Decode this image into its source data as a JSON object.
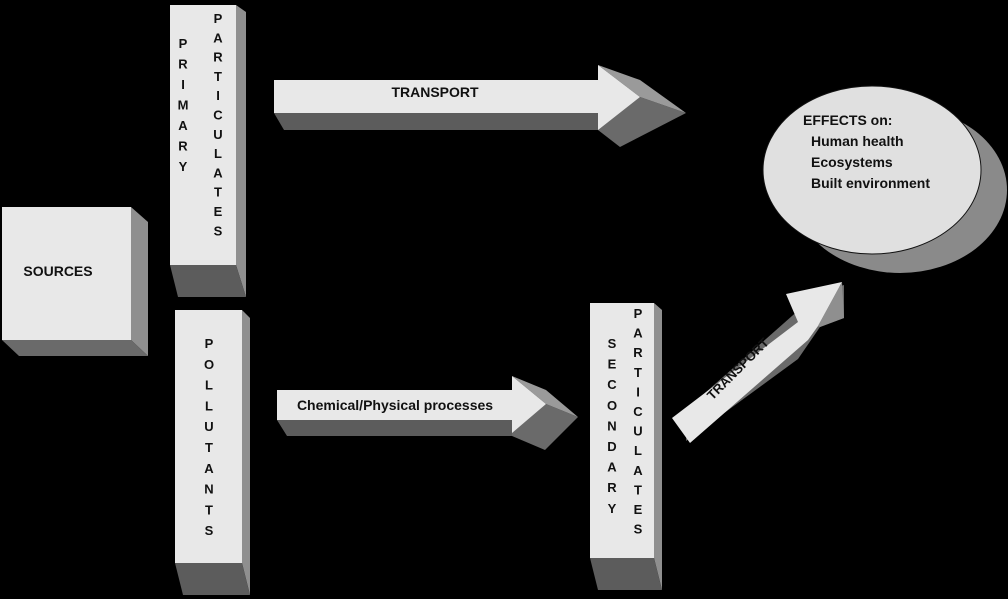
{
  "sources": "SOURCES",
  "primary_particulates": {
    "word1": "PRIMARY",
    "word2": "PARTICULATES"
  },
  "pollutants": "POLLUTANTS",
  "secondary_particulates": {
    "word1": "SECONDARY",
    "word2": "PARTICULATES"
  },
  "arrows": {
    "transport_top": "TRANSPORT",
    "chemical": "Chemical/Physical processes",
    "transport_diag": "TRANSPORT"
  },
  "effects": {
    "title": "EFFECTS on:",
    "items": [
      "Human health",
      "Ecosystems",
      "Built environment"
    ]
  },
  "colors": {
    "face": "#e8e8e8",
    "side": "#8f8f8f",
    "dark": "#5c5c5c",
    "background": "#000000"
  }
}
